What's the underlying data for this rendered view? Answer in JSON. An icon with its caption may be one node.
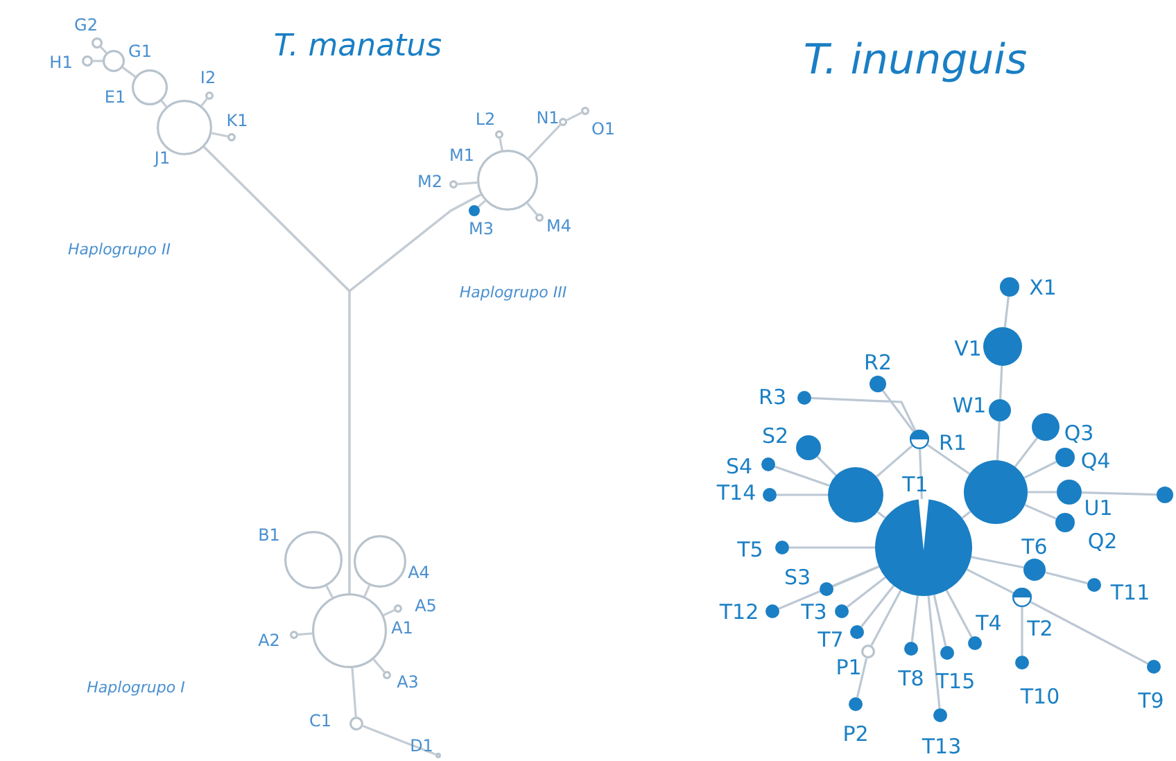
{
  "diagram": {
    "nodes": [
      {
        "text": [],
        "shape": "circle",
        "beside": [
          "G2"
        ]
      },
      {
        "text": [],
        "shape": "circle",
        "beside": [
          "H1"
        ]
      },
      {
        "text": [],
        "shape": "circle",
        "beside": [
          "G1"
        ]
      },
      {
        "text": [],
        "shape": "circle",
        "beside": [
          "E1"
        ]
      },
      {
        "text": [],
        "shape": "circle",
        "beside": [
          "I2"
        ]
      },
      {
        "text": [],
        "shape": "circle",
        "beside": [
          "J1"
        ]
      },
      {
        "text": [],
        "shape": "circle",
        "beside": [
          "K1"
        ]
      },
      {
        "text": [],
        "shape": "circle",
        "beside": [
          "L2"
        ]
      },
      {
        "text": [],
        "shape": "circle",
        "beside": [
          "N1"
        ]
      },
      {
        "text": [],
        "shape": "circle",
        "beside": [
          "O1"
        ]
      },
      {
        "text": [],
        "shape": "circle",
        "beside": [
          "M1"
        ]
      },
      {
        "text": [],
        "shape": "circle",
        "beside": [
          "M2"
        ]
      },
      {
        "text": [],
        "shape": "circle",
        "beside": [
          "M4"
        ]
      },
      {
        "text": [],
        "shape": "circle",
        "beside": [
          "M3"
        ]
      },
      {
        "text": [],
        "shape": "circle",
        "beside": [
          "B1"
        ]
      },
      {
        "text": [],
        "shape": "circle",
        "beside": [
          "A4"
        ]
      },
      {
        "text": [],
        "shape": "circle",
        "beside": [
          "A5"
        ]
      },
      {
        "text": [],
        "shape": "circle",
        "beside": [
          "A2"
        ]
      },
      {
        "text": [],
        "shape": "circle",
        "beside": [
          "A1"
        ]
      },
      {
        "text": [],
        "shape": "circle",
        "beside": [
          "A3"
        ]
      },
      {
        "text": [],
        "shape": "circle",
        "beside": [
          "C1"
        ]
      },
      {
        "text": [],
        "shape": "circle",
        "beside": [
          "D1"
        ]
      },
      {
        "text": [],
        "shape": "circle",
        "beside": [
          "X1"
        ]
      },
      {
        "text": [],
        "shape": "circle",
        "beside": [
          "V1"
        ]
      },
      {
        "text": [],
        "shape": "circle",
        "beside": [
          "W1"
        ]
      },
      {
        "text": [],
        "shape": "circle",
        "beside": [
          "R2"
        ]
      },
      {
        "text": [],
        "shape": "circle",
        "beside": [
          "R3"
        ]
      },
      {
        "text": [],
        "shape": "circle",
        "beside": [
          "Q3"
        ]
      },
      {
        "text": [],
        "shape": "circle",
        "beside": [
          "S2"
        ]
      },
      {
        "text": [],
        "shape": "circle",
        "beside": [
          "R1"
        ]
      },
      {
        "text": [],
        "shape": "circle",
        "beside": [
          "Q4"
        ]
      },
      {
        "text": [],
        "shape": "circle",
        "beside": [
          "S4"
        ]
      },
      {
        "text": [],
        "shape": "circle"
      },
      {
        "text": [],
        "shape": "circle"
      },
      {
        "text": [],
        "shape": "circle",
        "beside": [
          "T14"
        ]
      },
      {
        "text": [],
        "shape": "circle",
        "beside": [
          "U1"
        ]
      },
      {
        "text": [],
        "shape": "circle"
      },
      {
        "text": [],
        "shape": "circle",
        "beside": [
          "T1"
        ]
      },
      {
        "text": [],
        "shape": "circle",
        "beside": [
          "Q2"
        ]
      },
      {
        "text": [],
        "shape": "circle",
        "beside": [
          "T5"
        ]
      },
      {
        "text": [],
        "shape": "circle",
        "beside": [
          "T6"
        ]
      },
      {
        "text": [],
        "shape": "circle",
        "beside": [
          "S3"
        ]
      },
      {
        "text": [],
        "shape": "circle",
        "beside": [
          "T11"
        ]
      },
      {
        "text": [],
        "shape": "circle",
        "beside": [
          "T2"
        ]
      },
      {
        "text": [],
        "shape": "circle",
        "beside": [
          "T12"
        ]
      },
      {
        "text": [],
        "shape": "circle",
        "beside": [
          "T3"
        ]
      },
      {
        "text": [],
        "shape": "circle",
        "beside": [
          "T7"
        ]
      },
      {
        "text": [],
        "shape": "circle",
        "beside": [
          "T4"
        ]
      },
      {
        "text": [],
        "shape": "circle",
        "beside": [
          "P1"
        ]
      },
      {
        "text": [],
        "shape": "circle",
        "beside": [
          "T8"
        ]
      },
      {
        "text": [],
        "shape": "circle",
        "beside": [
          "T15"
        ]
      },
      {
        "text": [],
        "shape": "circle",
        "beside": [
          "T10"
        ]
      },
      {
        "text": [],
        "shape": "circle",
        "beside": [
          "T9"
        ]
      },
      {
        "text": [],
        "shape": "circle",
        "beside": [
          "P2"
        ]
      },
      {
        "text": [],
        "shape": "circle",
        "beside": [
          "T13"
        ]
      }
    ],
    "edges": [
      {
        "from": 0,
        "to": 2,
        "arrow": "none"
      },
      {
        "from": 1,
        "to": 2,
        "arrow": "none"
      },
      {
        "from": 2,
        "to": 3,
        "arrow": "none"
      },
      {
        "from": 3,
        "to": 5,
        "arrow": "none"
      },
      {
        "from": 4,
        "to": 5,
        "arrow": "none"
      },
      {
        "from": 6,
        "to": 5,
        "arrow": "none"
      },
      {
        "from": 5,
        "to": 18,
        "arrow": "none"
      },
      {
        "from": 5,
        "to": 10,
        "arrow": "none"
      },
      {
        "from": 10,
        "to": 18,
        "arrow": "none"
      },
      {
        "from": 11,
        "to": 10,
        "arrow": "none"
      },
      {
        "from": 13,
        "to": 10,
        "arrow": "none"
      },
      {
        "from": 7,
        "to": 10,
        "arrow": "none"
      },
      {
        "from": 12,
        "to": 10,
        "arrow": "none"
      },
      {
        "from": 8,
        "to": 10,
        "arrow": "none"
      },
      {
        "from": 9,
        "to": 8,
        "arrow": "none"
      },
      {
        "from": 14,
        "to": 18,
        "arrow": "none"
      },
      {
        "from": 15,
        "to": 18,
        "arrow": "none"
      },
      {
        "from": 16,
        "to": 18,
        "arrow": "none"
      },
      {
        "from": 17,
        "to": 18,
        "arrow": "none"
      },
      {
        "from": 19,
        "to": 18,
        "arrow": "none"
      },
      {
        "from": 20,
        "to": 18,
        "arrow": "none"
      },
      {
        "from": 21,
        "to": 20,
        "arrow": "none"
      },
      {
        "from": 22,
        "to": 23,
        "arrow": "none"
      },
      {
        "from": 23,
        "to": 24,
        "arrow": "none"
      },
      {
        "from": 24,
        "to": 33,
        "arrow": "none"
      },
      {
        "from": 27,
        "to": 33,
        "arrow": "none"
      },
      {
        "from": 30,
        "to": 33,
        "arrow": "none"
      },
      {
        "from": 35,
        "to": 33,
        "arrow": "none"
      },
      {
        "from": 35,
        "to": 36,
        "arrow": "none"
      },
      {
        "from": 38,
        "to": 33,
        "arrow": "none"
      },
      {
        "from": 33,
        "to": 37,
        "arrow": "none"
      },
      {
        "from": 32,
        "to": 37,
        "arrow": "none"
      },
      {
        "from": 29,
        "to": 37,
        "arrow": "none"
      },
      {
        "from": 29,
        "to": 32,
        "arrow": "none"
      },
      {
        "from": 29,
        "to": 33,
        "arrow": "none"
      },
      {
        "from": 25,
        "to": 29,
        "arrow": "none"
      },
      {
        "from": 26,
        "to": 29,
        "arrow": "none"
      },
      {
        "from": 28,
        "to": 32,
        "arrow": "none"
      },
      {
        "from": 31,
        "to": 32,
        "arrow": "none"
      },
      {
        "from": 34,
        "to": 32,
        "arrow": "none"
      },
      {
        "from": 39,
        "to": 37,
        "arrow": "none"
      },
      {
        "from": 41,
        "to": 37,
        "arrow": "none"
      },
      {
        "from": 44,
        "to": 37,
        "arrow": "none"
      },
      {
        "from": 45,
        "to": 37,
        "arrow": "none"
      },
      {
        "from": 46,
        "to": 37,
        "arrow": "none"
      },
      {
        "from": 48,
        "to": 37,
        "arrow": "none"
      },
      {
        "from": 53,
        "to": 48,
        "arrow": "none"
      },
      {
        "from": 49,
        "to": 37,
        "arrow": "none"
      },
      {
        "from": 50,
        "to": 37,
        "arrow": "none"
      },
      {
        "from": 54,
        "to": 37,
        "arrow": "none"
      },
      {
        "from": 47,
        "to": 37,
        "arrow": "none"
      },
      {
        "from": 40,
        "to": 37,
        "arrow": "none"
      },
      {
        "from": 43,
        "to": 37,
        "arrow": "none"
      },
      {
        "from": 51,
        "to": 43,
        "arrow": "none"
      },
      {
        "from": 42,
        "to": 40,
        "arrow": "none"
      },
      {
        "from": 52,
        "to": 43,
        "arrow": "none"
      }
    ],
    "labels": [
      "T. manatus",
      "Haplogrupo II",
      "Haplogrupo III",
      "Haplogrupo I",
      "T. inunguis"
    ]
  }
}
